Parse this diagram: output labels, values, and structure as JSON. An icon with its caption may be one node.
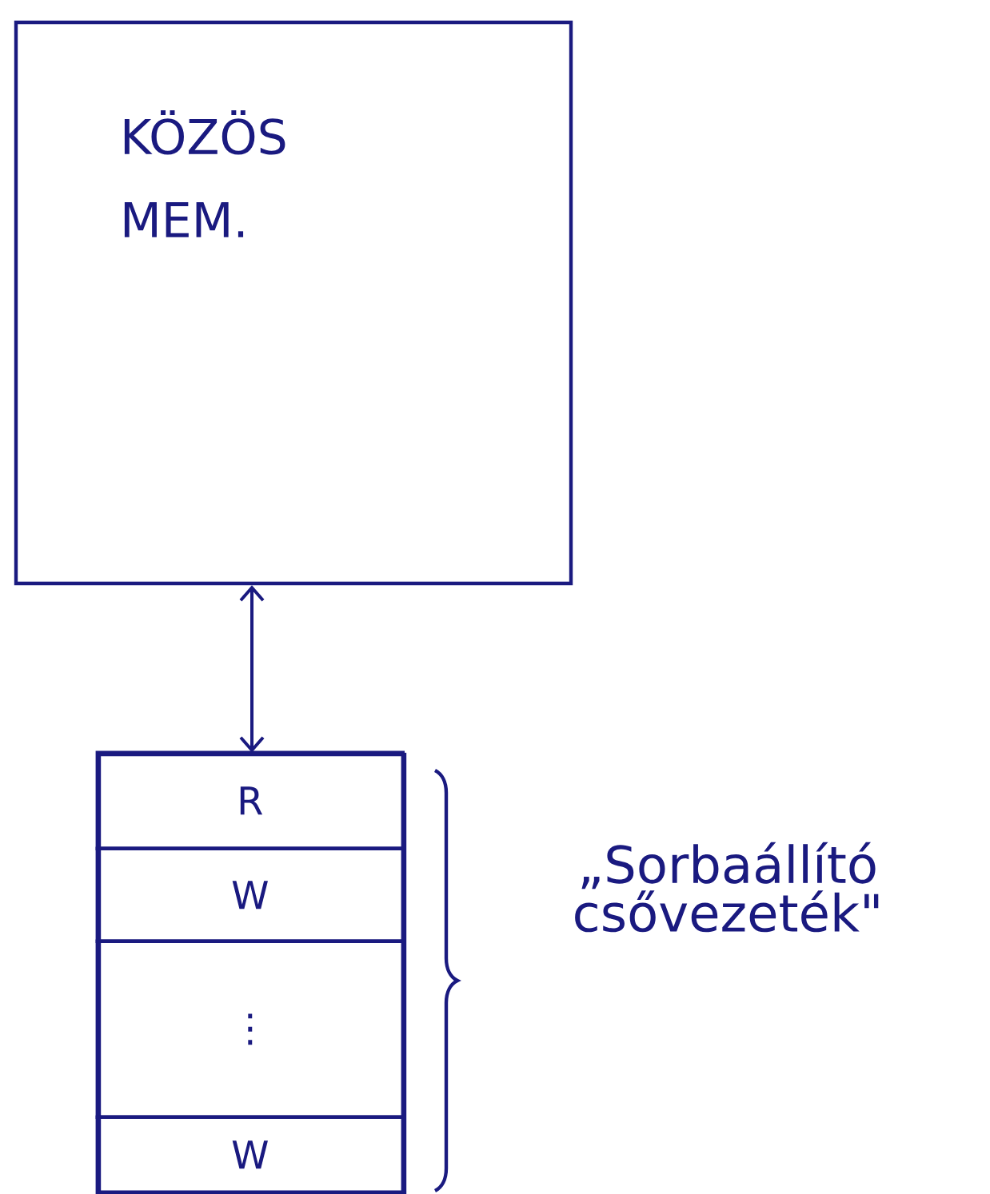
{
  "diagram": {
    "nodes": [
      {
        "text": [
          "KÖZÖS MEM."
        ]
      },
      {
        "text": [],
        "shape": "box"
      },
      {
        "text": [
          "R"
        ],
        "in": 1
      },
      {
        "text": [
          "W"
        ],
        "in": 1
      },
      {
        "text": [
          "⋮"
        ],
        "in": 1
      },
      {
        "text": [
          "W"
        ],
        "in": 1
      }
    ],
    "edges": [
      {
        "from": 0,
        "to": 1,
        "arrow": "both"
      }
    ],
    "labels": [
      "„Sorbaállító csővezeték\""
    ]
  }
}
